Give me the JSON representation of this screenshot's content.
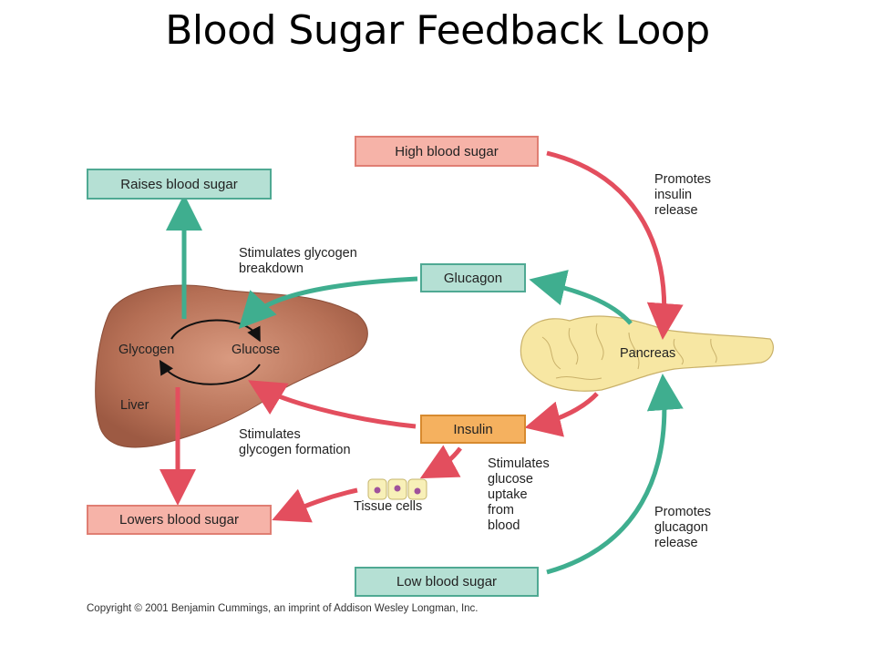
{
  "title": "Blood Sugar Feedback Loop",
  "boxes": {
    "high_blood_sugar": "High blood sugar",
    "raises_blood_sugar": "Raises blood sugar",
    "glucagon": "Glucagon",
    "insulin": "Insulin",
    "lowers_blood_sugar": "Lowers blood sugar",
    "low_blood_sugar": "Low blood sugar"
  },
  "labels": {
    "promotes_insulin": "Promotes\ninsulin\nrelease",
    "stim_breakdown": "Stimulates glycogen\nbreakdown",
    "stim_formation": "Stimulates\nglycogen formation",
    "stim_uptake": "Stimulates\nglucose\nuptake\nfrom\nblood",
    "promotes_glucagon": "Promotes\nglucagon\nrelease",
    "glycogen": "Glycogen",
    "glucose": "Glucose",
    "liver": "Liver",
    "pancreas": "Pancreas",
    "tissue_cells": "Tissue cells"
  },
  "copyright": "Copyright © 2001 Benjamin Cummings, an imprint of Addison Wesley Longman, Inc.",
  "colors": {
    "red_arrow": "#e34e5e",
    "teal_arrow": "#3fae8f",
    "liver": "#b0674d",
    "pancreas": "#f7e7a3"
  }
}
